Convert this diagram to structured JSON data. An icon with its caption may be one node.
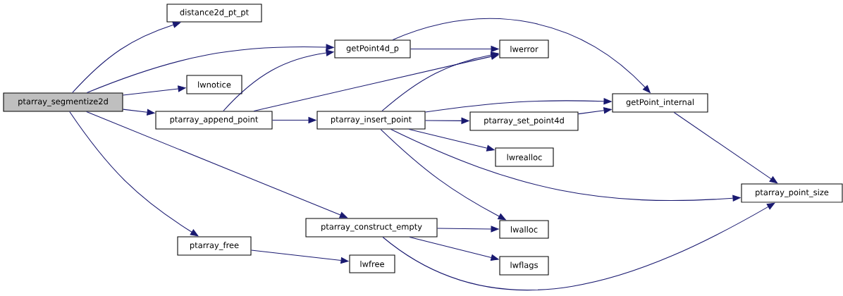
{
  "diagram": {
    "nodes": [
      {
        "text": [
          "ptarray_segmentize2d"
        ]
      },
      {
        "text": [
          "distance2d_pt_pt"
        ]
      },
      {
        "text": [
          "getPoint4d_p"
        ]
      },
      {
        "text": [
          "lwnotice"
        ]
      },
      {
        "text": [
          "ptarray_append_point"
        ]
      },
      {
        "text": [
          "lwerror"
        ]
      },
      {
        "text": [
          "ptarray_insert_point"
        ]
      },
      {
        "text": [
          "getPoint_internal"
        ]
      },
      {
        "text": [
          "ptarray_set_point4d"
        ]
      },
      {
        "text": [
          "lwrealloc"
        ]
      },
      {
        "text": [
          "ptarray_point_size"
        ]
      },
      {
        "text": [
          "ptarray_construct_empty"
        ]
      },
      {
        "text": [
          "lwalloc"
        ]
      },
      {
        "text": [
          "ptarray_free"
        ]
      },
      {
        "text": [
          "lwflags"
        ]
      },
      {
        "text": [
          "lwfree"
        ]
      }
    ],
    "edges": [
      {
        "from": 0,
        "to": 1,
        "arrow": "to"
      },
      {
        "from": 0,
        "to": 2,
        "arrow": "to"
      },
      {
        "from": 0,
        "to": 3,
        "arrow": "to"
      },
      {
        "from": 0,
        "to": 4,
        "arrow": "to"
      },
      {
        "from": 0,
        "to": 11,
        "arrow": "to"
      },
      {
        "from": 0,
        "to": 13,
        "arrow": "to"
      },
      {
        "from": 4,
        "to": 2,
        "arrow": "to"
      },
      {
        "from": 4,
        "to": 5,
        "arrow": "to"
      },
      {
        "from": 4,
        "to": 6,
        "arrow": "to"
      },
      {
        "from": 2,
        "to": 5,
        "arrow": "to"
      },
      {
        "from": 2,
        "to": 7,
        "arrow": "to"
      },
      {
        "from": 6,
        "to": 5,
        "arrow": "to"
      },
      {
        "from": 6,
        "to": 7,
        "arrow": "to"
      },
      {
        "from": 6,
        "to": 8,
        "arrow": "to"
      },
      {
        "from": 6,
        "to": 9,
        "arrow": "to"
      },
      {
        "from": 6,
        "to": 10,
        "arrow": "to"
      },
      {
        "from": 6,
        "to": 12,
        "arrow": "to"
      },
      {
        "from": 8,
        "to": 7,
        "arrow": "to"
      },
      {
        "from": 7,
        "to": 10,
        "arrow": "to"
      },
      {
        "from": 11,
        "to": 12,
        "arrow": "to"
      },
      {
        "from": 11,
        "to": 14,
        "arrow": "to"
      },
      {
        "from": 11,
        "to": 10,
        "arrow": "to"
      },
      {
        "from": 13,
        "to": 15,
        "arrow": "to"
      }
    ]
  }
}
